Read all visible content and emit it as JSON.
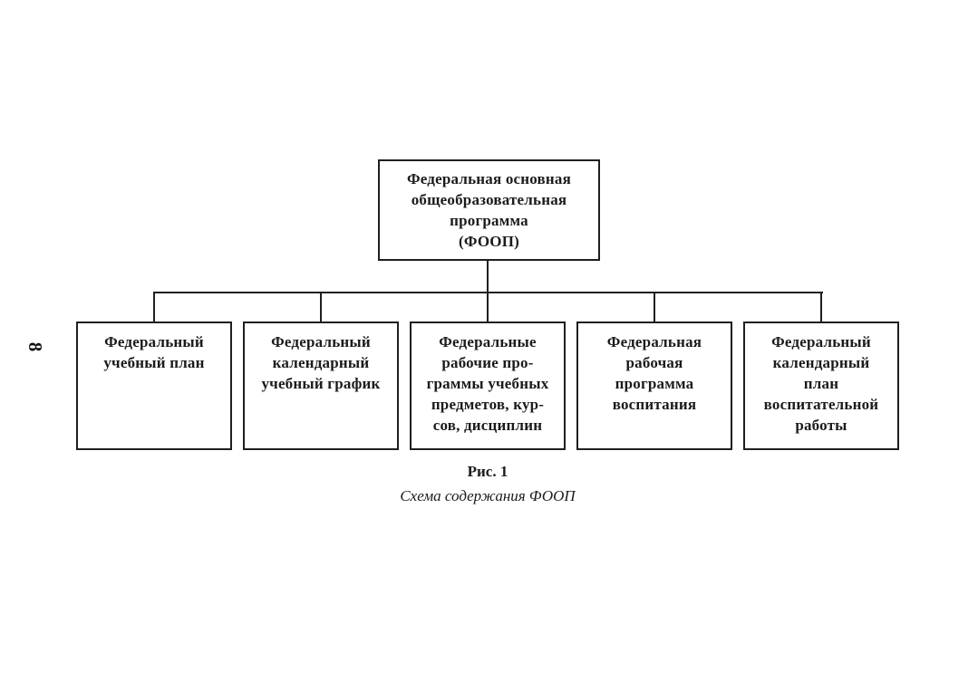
{
  "page": {
    "number": "8"
  },
  "diagram": {
    "root": {
      "label": "Федеральная основная\nобщеобразовательная\nпрограмма\n(ФООП)"
    },
    "children": [
      {
        "label": "Федеральный\nучебный план"
      },
      {
        "label": "Федеральный\nкалендарный\nучебный график"
      },
      {
        "label": "Федеральные\nрабочие про-\nграммы учебных\nпредметов, кур-\nсов, дисциплин"
      },
      {
        "label": "Федеральная\nрабочая\nпрограмма\nвоспитания"
      },
      {
        "label": "Федеральный\nкалендарный\nплан\nвоспитательной\nработы"
      }
    ]
  },
  "caption": {
    "figure_label": "Рис. 1",
    "figure_title": "Схема содержания ФООП"
  },
  "colors": {
    "background": "#ffffff",
    "line": "#1f1f1f",
    "text": "#1b1b1b"
  }
}
